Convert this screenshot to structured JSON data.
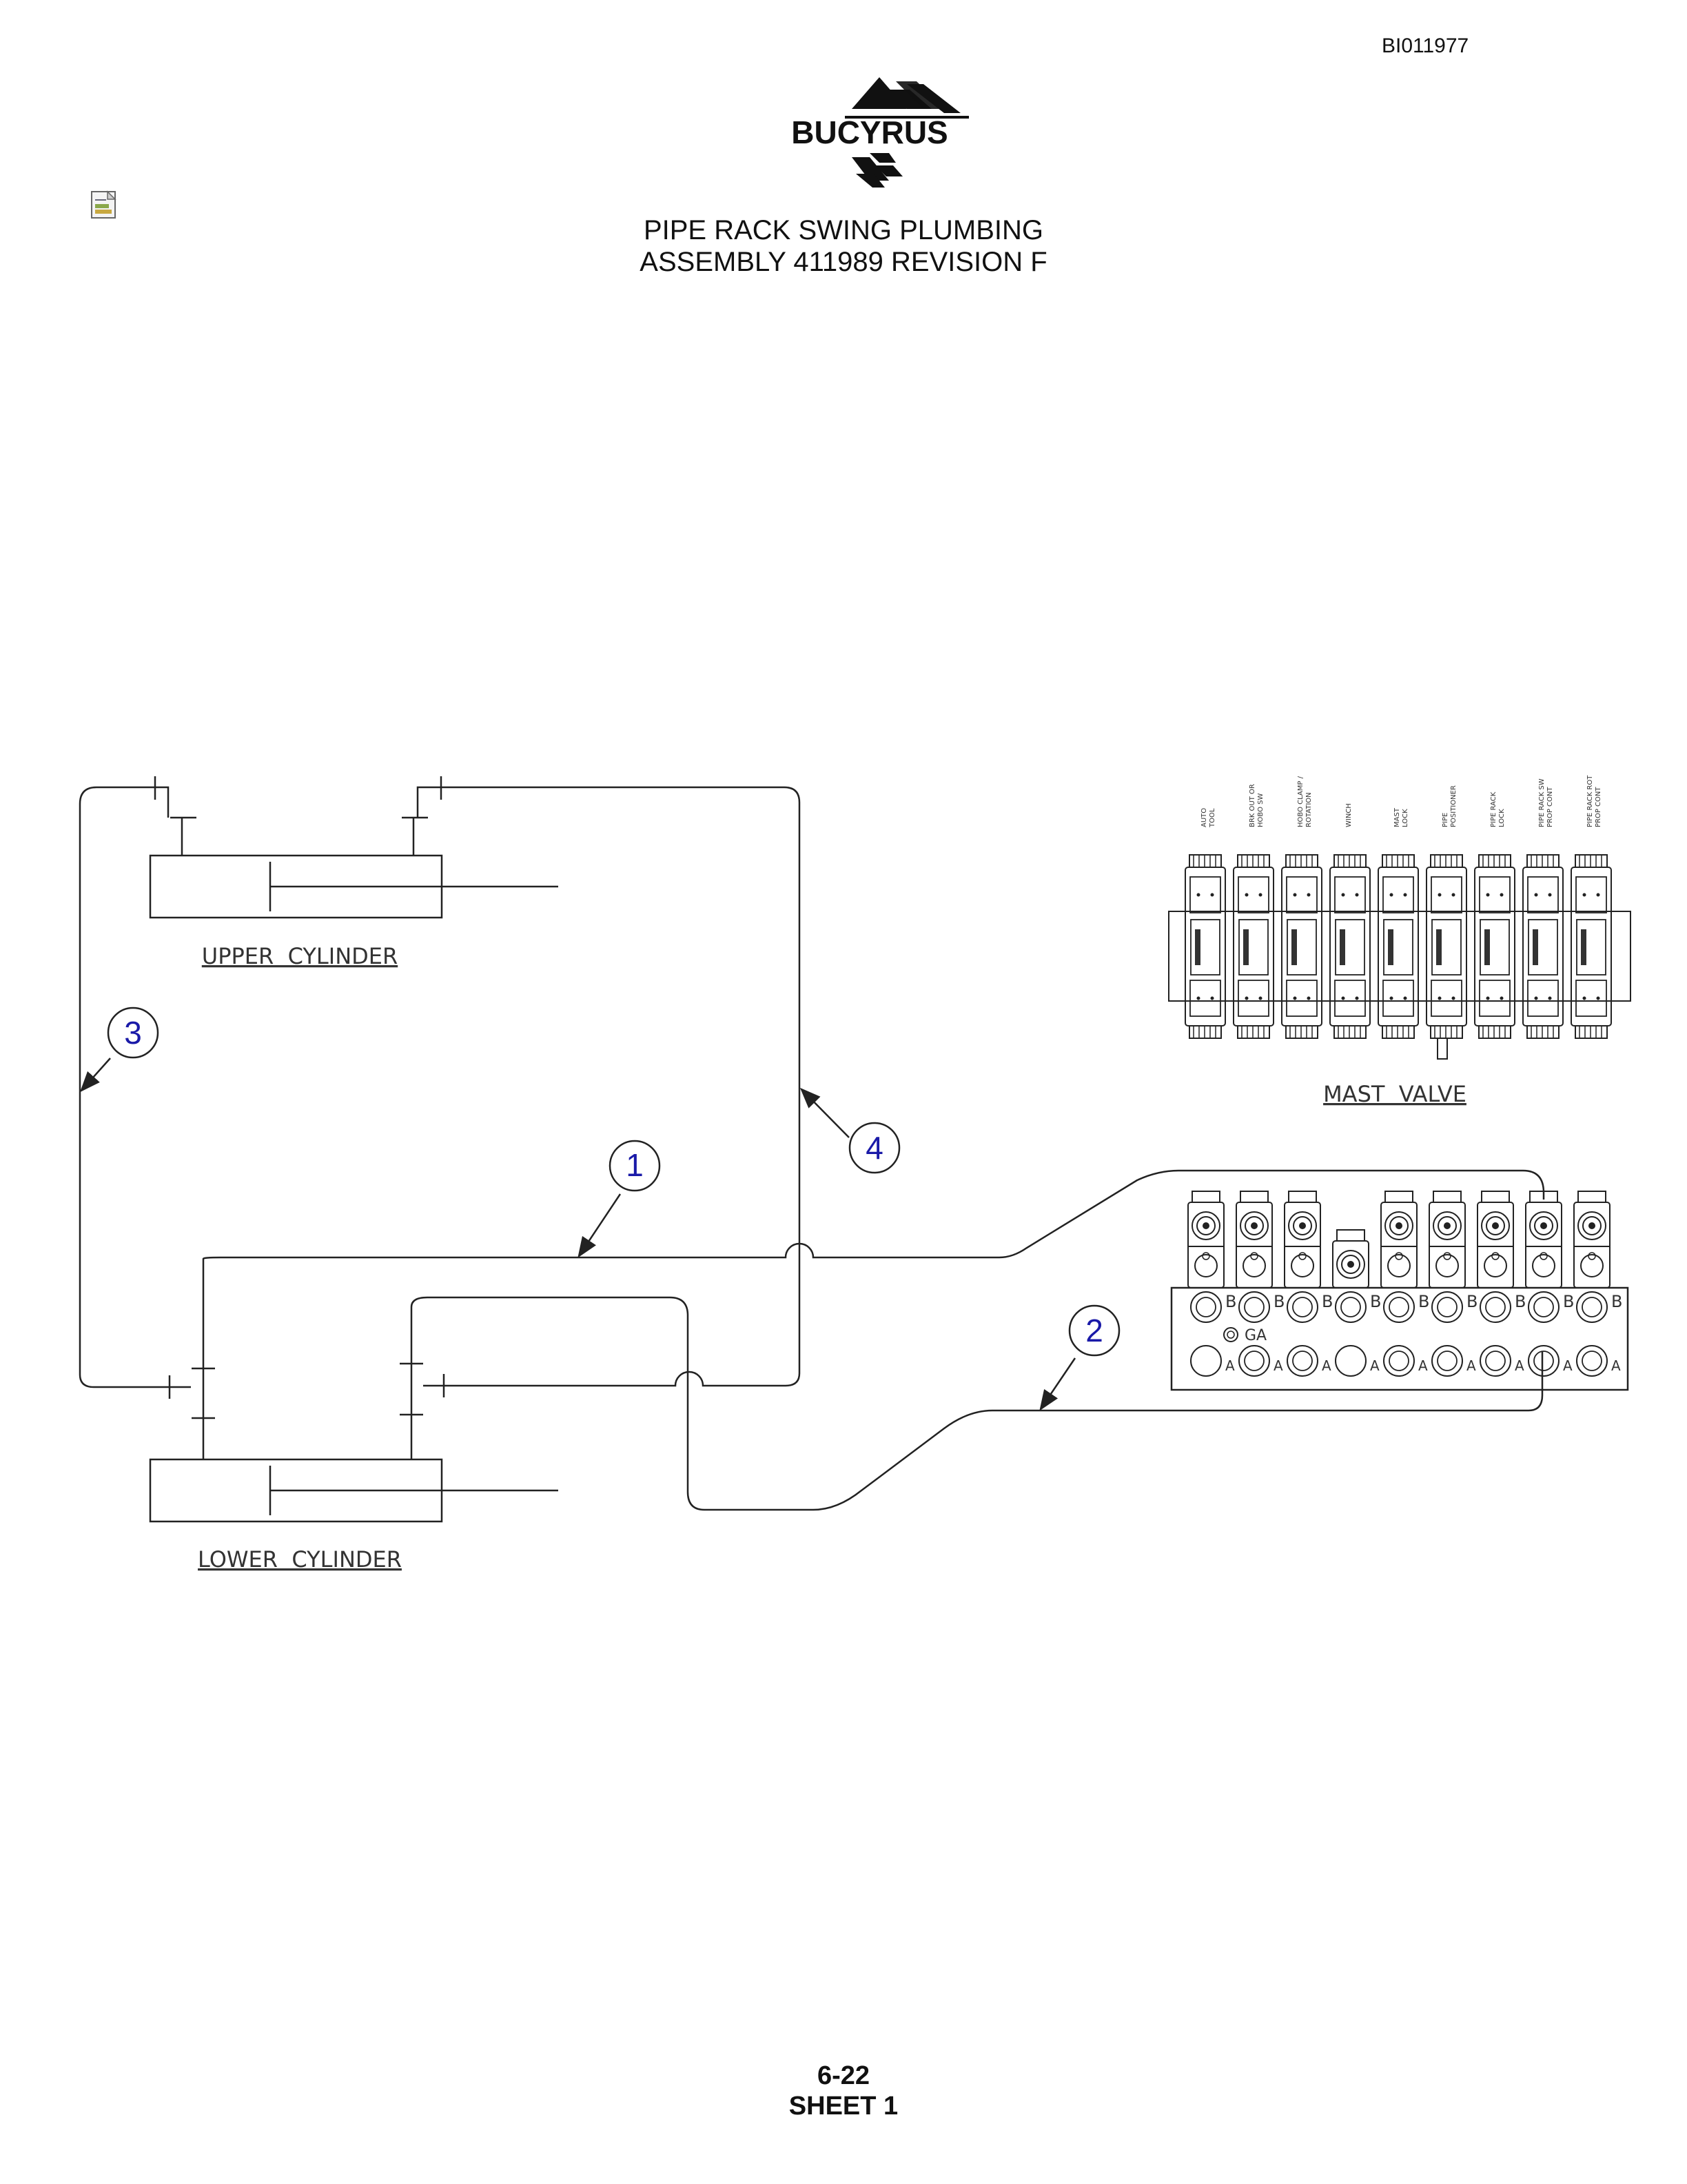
{
  "document": {
    "id": "BI011977",
    "brand": "BUCYRUS",
    "title_line1": "PIPE RACK SWING PLUMBING",
    "title_line2": "ASSEMBLY 411989 REVISION F",
    "page_number": "6-22",
    "sheet": "SHEET 1"
  },
  "diagram": {
    "components": {
      "upper_cylinder": "UPPER  CYLINDER",
      "lower_cylinder": "LOWER  CYLINDER",
      "mast_valve": "MAST  VALVE"
    },
    "callouts": [
      "1",
      "2",
      "3",
      "4"
    ],
    "valve_sections": [
      "AUTO\nTOOL",
      "BRK OUT OR\nHOBO SW",
      "HOBO CLAMP /\nROTATION",
      "WINCH",
      "MAST\nLOCK",
      "PIPE\nPOSITIONER",
      "PIPE RACK\nLOCK",
      "PIPE RACK SW\nPROP CONT",
      "PIPE RACK ROT\nPROP CONT"
    ],
    "port_labels": {
      "b": "B",
      "a": "A",
      "ga": "GA"
    }
  },
  "colors": {
    "line": "#222222",
    "callout_text": "#1a1aa8"
  }
}
